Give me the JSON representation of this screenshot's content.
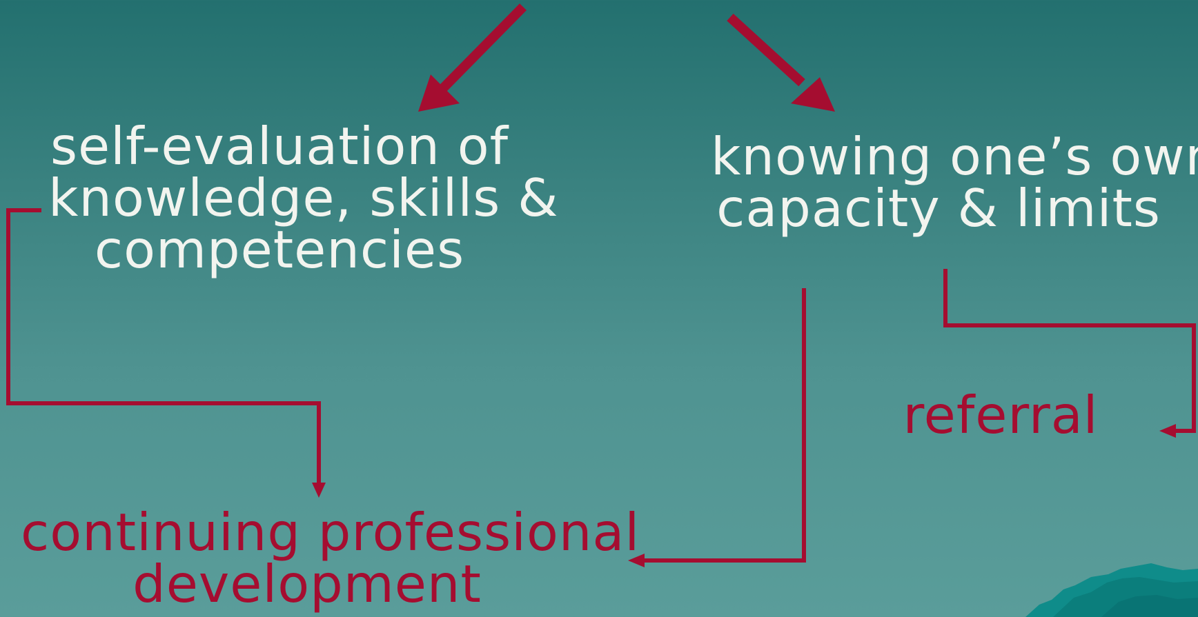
{
  "diagram": {
    "nodes": {
      "self_evaluation": {
        "lines": [
          "self-evaluation of",
          "knowledge, skills &",
          "competencies"
        ]
      },
      "knowing_capacity": {
        "lines": [
          "knowing one’s own",
          "capacity & limits"
        ]
      },
      "continuing_development": {
        "lines": [
          "continuing professional",
          "development"
        ]
      },
      "referral": {
        "lines": [
          "referral"
        ]
      }
    },
    "colors": {
      "background_top": "#23706f",
      "background_bottom": "#5a9d9a",
      "arrow": "#a50d30",
      "white_text": "#f2f4ef",
      "red_text": "#a50d30"
    }
  }
}
